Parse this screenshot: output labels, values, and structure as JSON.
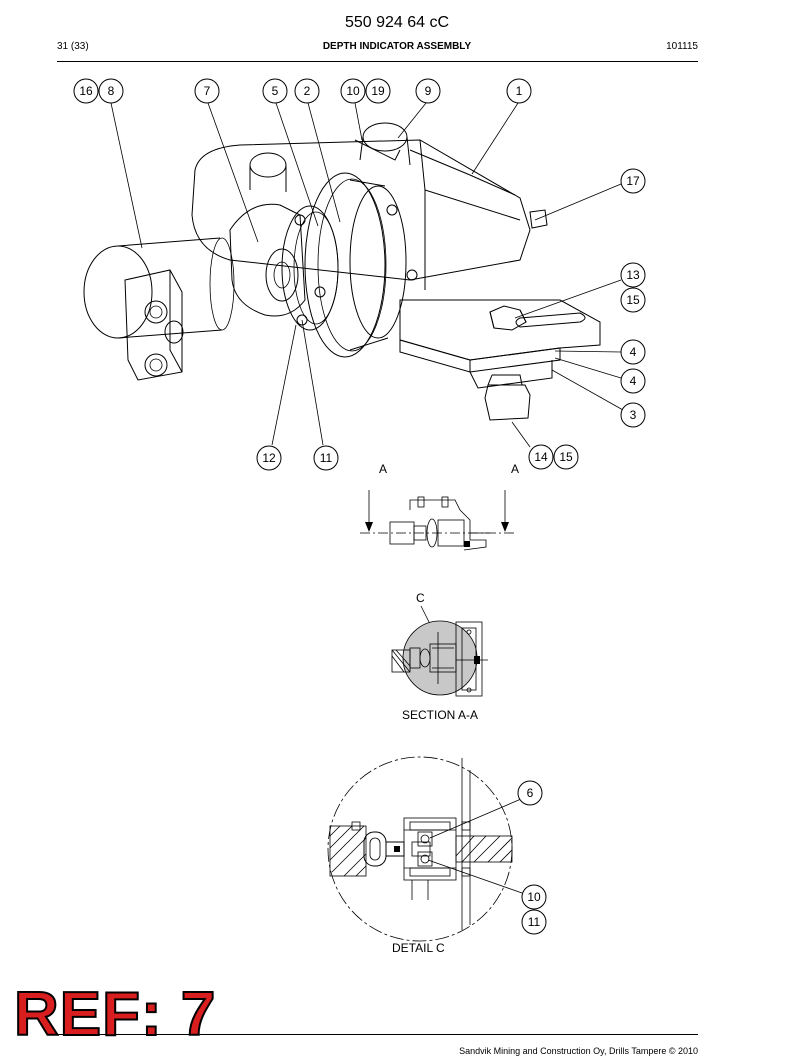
{
  "header": {
    "doc_number": "550 924 64 cC",
    "page_count": "31 (33)",
    "title": "DEPTH INDICATOR ASSEMBLY",
    "date": "101115"
  },
  "callouts": {
    "c16": "16",
    "c8": "8",
    "c7": "7",
    "c5": "5",
    "c2": "2",
    "c10": "10",
    "c19": "19",
    "c9": "9",
    "c1": "1",
    "c17": "17",
    "c13": "13",
    "c15a": "15",
    "c4a": "4",
    "c4b": "4",
    "c3": "3",
    "c12": "12",
    "c11": "11",
    "c14": "14",
    "c15b": "15",
    "c6": "6",
    "c10b": "10",
    "c11b": "11"
  },
  "section": {
    "cut_left": "A",
    "cut_right": "A",
    "detail_marker": "C",
    "caption": "SECTION A-A"
  },
  "detail": {
    "caption": "DETAIL C"
  },
  "footer": {
    "copyright": "Sandvik Mining and Construction Oy, Drills Tampere © 2010",
    "ref_stamp": "REF: 7"
  }
}
